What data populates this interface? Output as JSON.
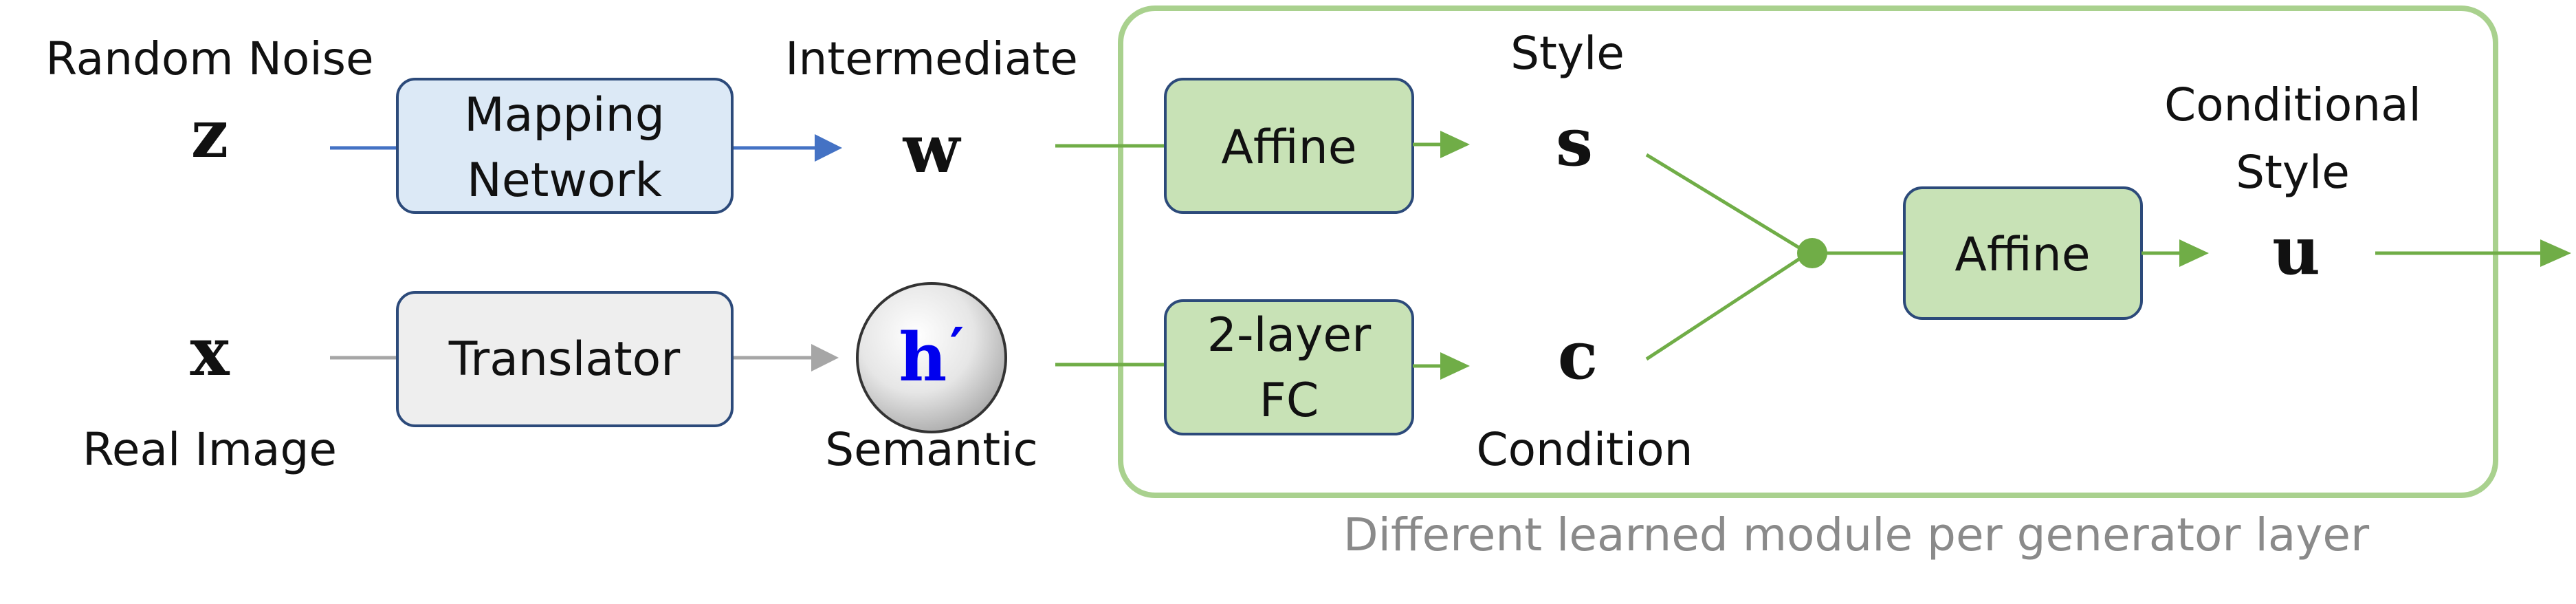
{
  "nodes": {
    "random_noise": {
      "label": "Random Noise",
      "symbol": "z"
    },
    "real_image": {
      "label": "Real Image",
      "symbol": "x"
    },
    "intermediate": {
      "label": "Intermediate",
      "symbol": "w"
    },
    "semantic": {
      "label": "Semantic",
      "symbol": "h",
      "prime": "′"
    },
    "style": {
      "label": "Style",
      "symbol": "s"
    },
    "condition": {
      "label": "Condition",
      "symbol": "c"
    },
    "conditional_style": {
      "label_line1": "Conditional",
      "label_line2": "Style",
      "symbol": "u"
    }
  },
  "boxes": {
    "mapping_network": {
      "line1": "Mapping",
      "line2": "Network"
    },
    "translator": {
      "label": "Translator"
    },
    "affine_style": {
      "label": "Affine"
    },
    "fc": {
      "line1": "2-layer",
      "line2": "FC"
    },
    "affine_out": {
      "label": "Affine"
    }
  },
  "module_caption": "Different learned module per generator layer",
  "colors": {
    "blue_box_fill": "#dce9f6",
    "gray_box_fill": "#eeeeee",
    "green_box_fill": "#c8e2b6",
    "box_border": "#2c4a7a",
    "blue_arrow": "#4472c4",
    "gray_arrow": "#a6a6a6",
    "green_arrow": "#70ad47",
    "module_border": "#a9d18e",
    "semantic_symbol": "#0000ee"
  }
}
